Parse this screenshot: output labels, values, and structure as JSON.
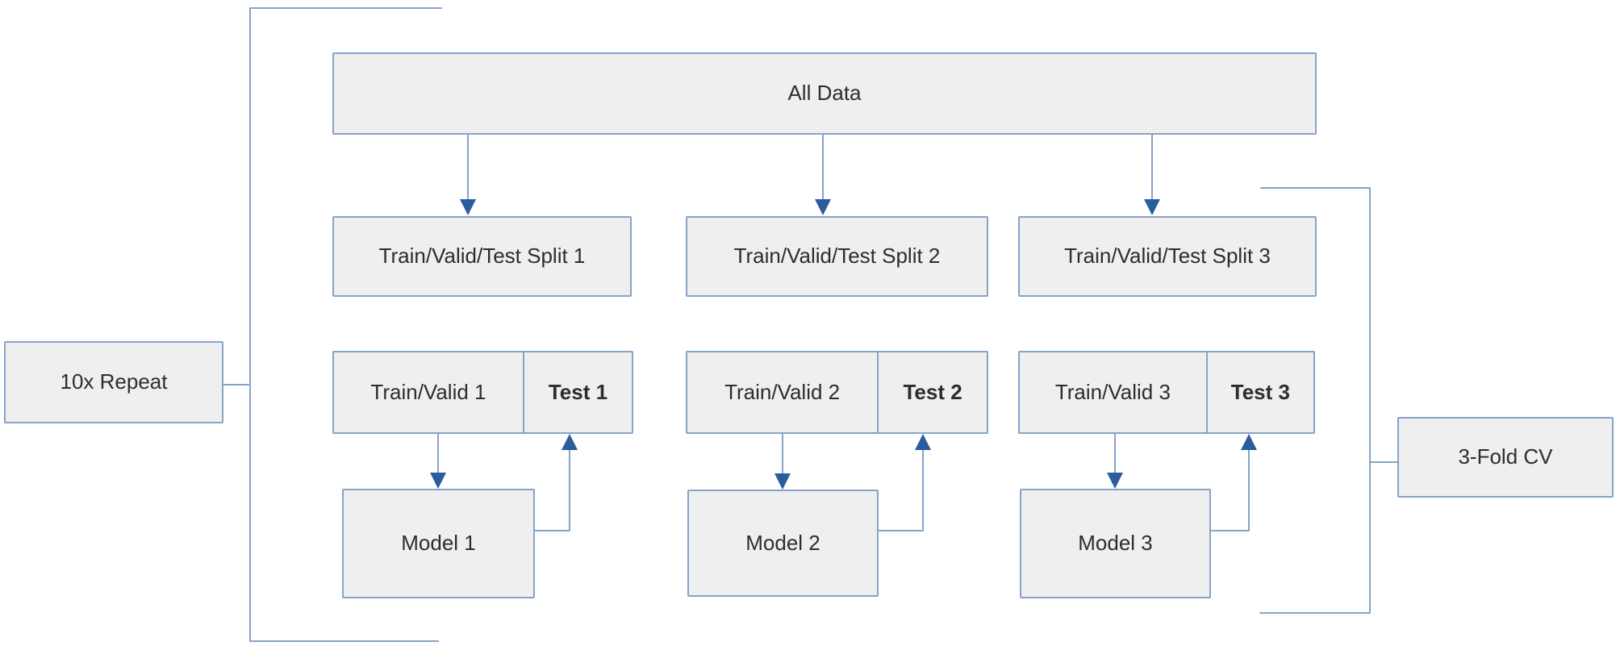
{
  "diagram": {
    "all_data_label": "All Data",
    "columns": [
      {
        "split_label": "Train/Valid/Test Split 1",
        "train_valid_label": "Train/Valid 1",
        "test_label": "Test 1",
        "model_label": "Model 1"
      },
      {
        "split_label": "Train/Valid/Test Split 2",
        "train_valid_label": "Train/Valid 2",
        "test_label": "Test 2",
        "model_label": "Model 2"
      },
      {
        "split_label": "Train/Valid/Test Split 3",
        "train_valid_label": "Train/Valid 3",
        "test_label": "Test 3",
        "model_label": "Model 3"
      }
    ],
    "left_bracket_label": "10x Repeat",
    "right_bracket_label": "3-Fold CV",
    "colors": {
      "box_fill": "#efefef",
      "box_border": "#87a3c8",
      "connector_line": "#87a3c8",
      "arrowhead": "#2d5c9e",
      "text": "#2d2d2d",
      "background": "#ffffff"
    }
  }
}
